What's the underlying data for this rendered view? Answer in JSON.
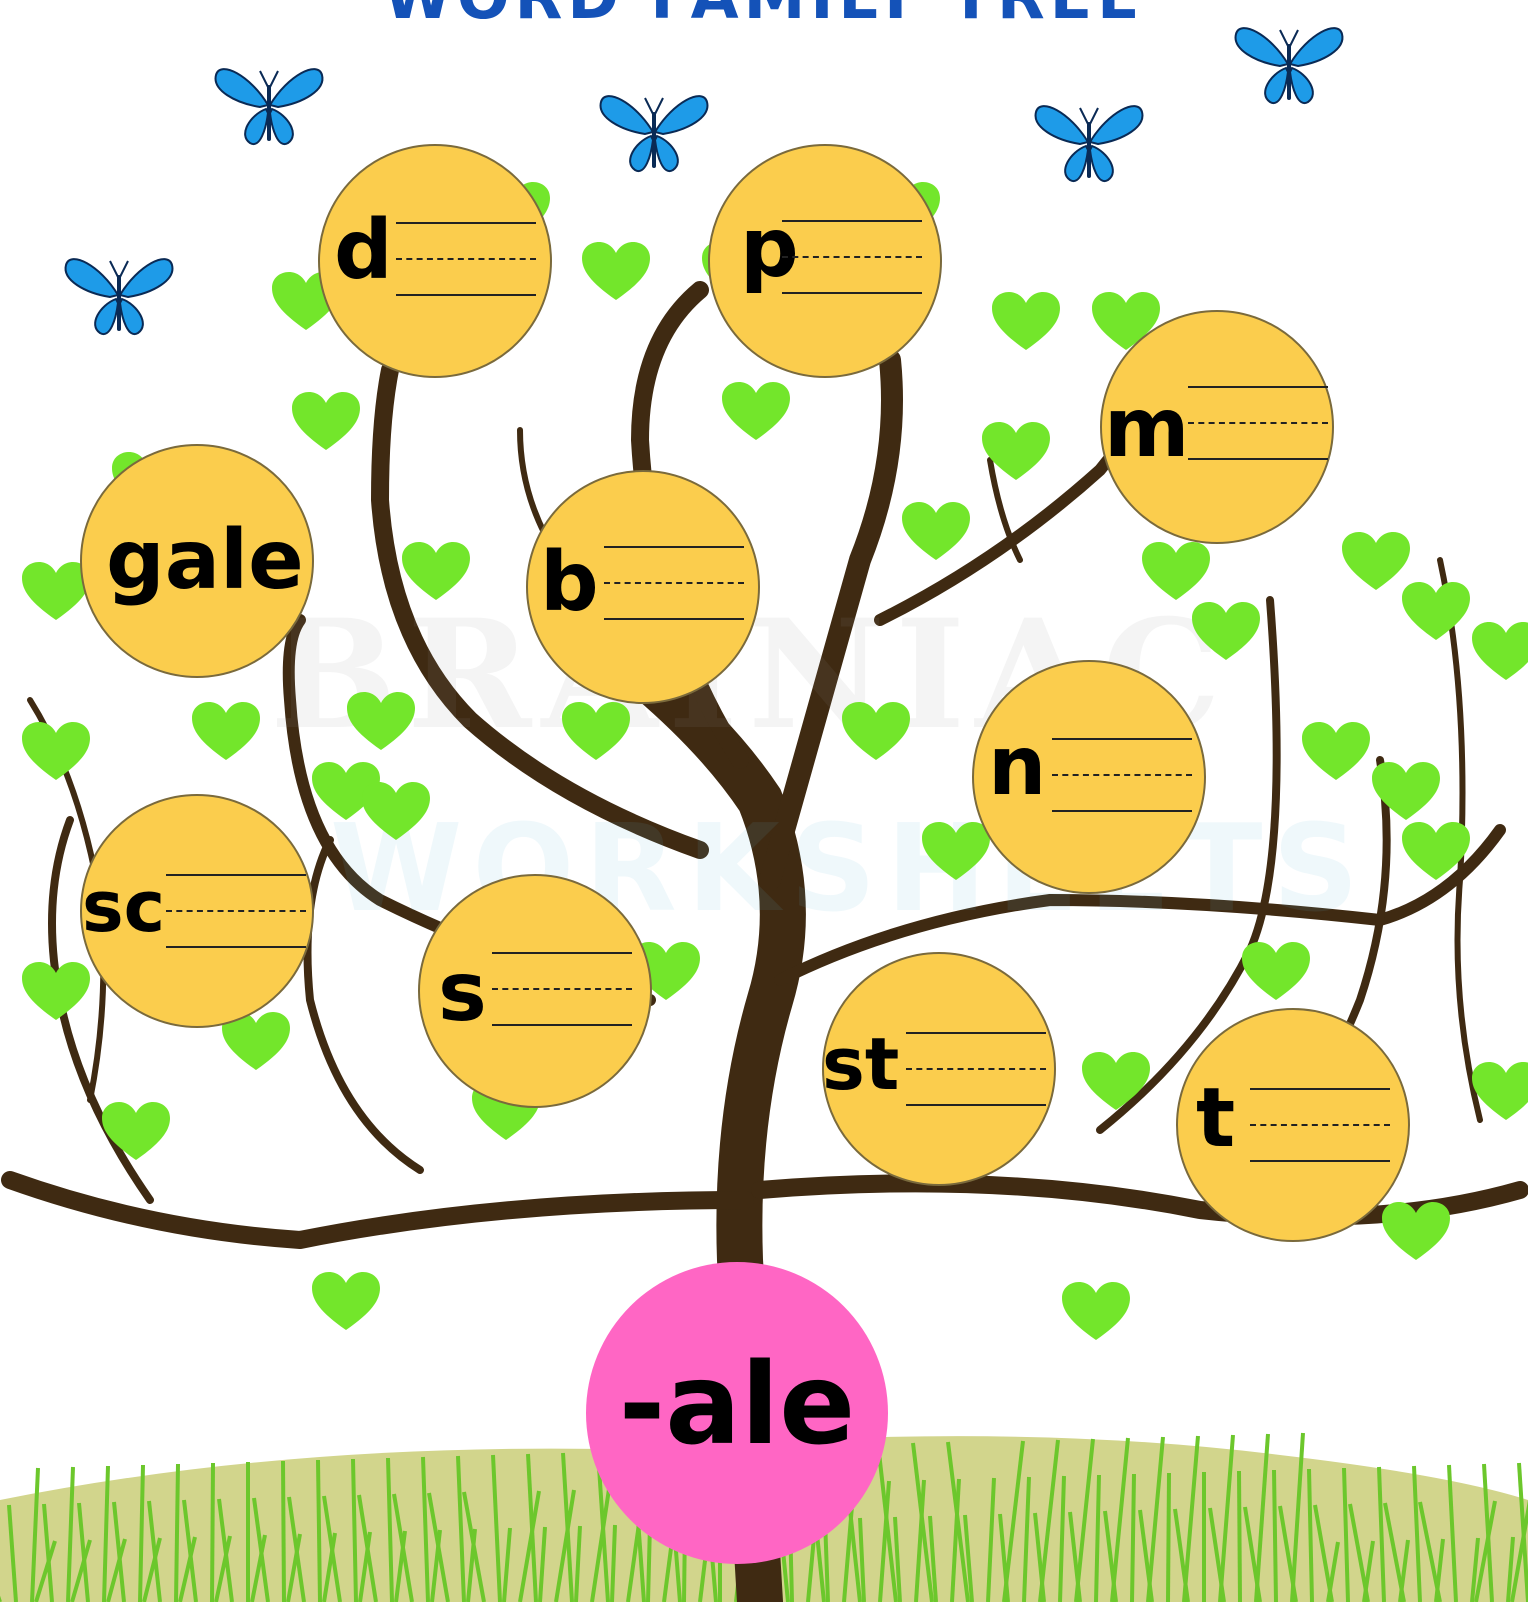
{
  "title": "WORD FAMILY TREE",
  "watermark": {
    "line1": "BRAINIAC",
    "line2": "WORKSHEETS"
  },
  "colors": {
    "title": "#1452b8",
    "word_circle": "#fbcd4d",
    "root_circle": "#ff66c4",
    "leaf": "#73e62b",
    "trunk": "#3f2a12",
    "grass": "#6cc72c",
    "ground": "#d2d58c",
    "butterfly": "#1e9be8"
  },
  "root_word": "-ale",
  "word_circles": [
    {
      "id": "d",
      "prefix": "d",
      "blank": true
    },
    {
      "id": "p",
      "prefix": "p",
      "blank": true
    },
    {
      "id": "m",
      "prefix": "m",
      "blank": true
    },
    {
      "id": "gale",
      "prefix": "gale",
      "blank": false
    },
    {
      "id": "b",
      "prefix": "b",
      "blank": true
    },
    {
      "id": "n",
      "prefix": "n",
      "blank": true
    },
    {
      "id": "sc",
      "prefix": "sc",
      "blank": true
    },
    {
      "id": "s",
      "prefix": "s",
      "blank": true
    },
    {
      "id": "st",
      "prefix": "st",
      "blank": true
    },
    {
      "id": "t",
      "prefix": "t",
      "blank": true
    }
  ],
  "decorations": {
    "butterfly_icon": "butterfly-icon",
    "leaf_icon": "heart-leaf-icon"
  }
}
